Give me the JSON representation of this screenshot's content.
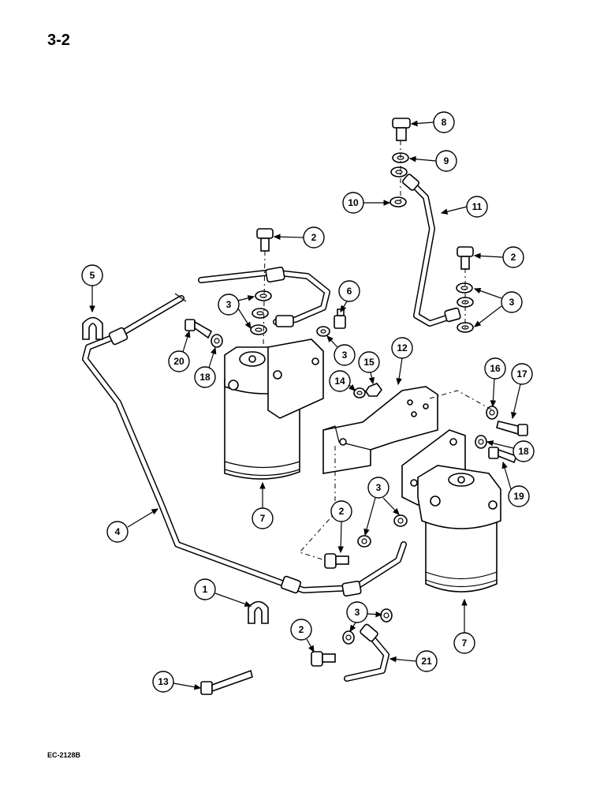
{
  "page": {
    "number": "3-2",
    "figure_code": "EC-2128B"
  },
  "colors": {
    "ink": "#000000",
    "paper": "#ffffff"
  },
  "callouts": [
    {
      "id": "c8",
      "label": "8"
    },
    {
      "id": "c9",
      "label": "9"
    },
    {
      "id": "c10",
      "label": "10"
    },
    {
      "id": "c11",
      "label": "11"
    },
    {
      "id": "c2a",
      "label": "2"
    },
    {
      "id": "c2b",
      "label": "2"
    },
    {
      "id": "c5",
      "label": "5"
    },
    {
      "id": "c6",
      "label": "6"
    },
    {
      "id": "c3a",
      "label": "3"
    },
    {
      "id": "c3b",
      "label": "3"
    },
    {
      "id": "c3c",
      "label": "3"
    },
    {
      "id": "c20",
      "label": "20"
    },
    {
      "id": "c18a",
      "label": "18"
    },
    {
      "id": "c14",
      "label": "14"
    },
    {
      "id": "c15",
      "label": "15"
    },
    {
      "id": "c12",
      "label": "12"
    },
    {
      "id": "c16",
      "label": "16"
    },
    {
      "id": "c17",
      "label": "17"
    },
    {
      "id": "c18b",
      "label": "18"
    },
    {
      "id": "c19",
      "label": "19"
    },
    {
      "id": "c7a",
      "label": "7"
    },
    {
      "id": "c4",
      "label": "4"
    },
    {
      "id": "c2c",
      "label": "2"
    },
    {
      "id": "c3d",
      "label": "3"
    },
    {
      "id": "c1",
      "label": "1"
    },
    {
      "id": "c3e",
      "label": "3"
    },
    {
      "id": "c13",
      "label": "13"
    },
    {
      "id": "c2d",
      "label": "2"
    },
    {
      "id": "c21",
      "label": "21"
    },
    {
      "id": "c7b",
      "label": "7"
    }
  ]
}
